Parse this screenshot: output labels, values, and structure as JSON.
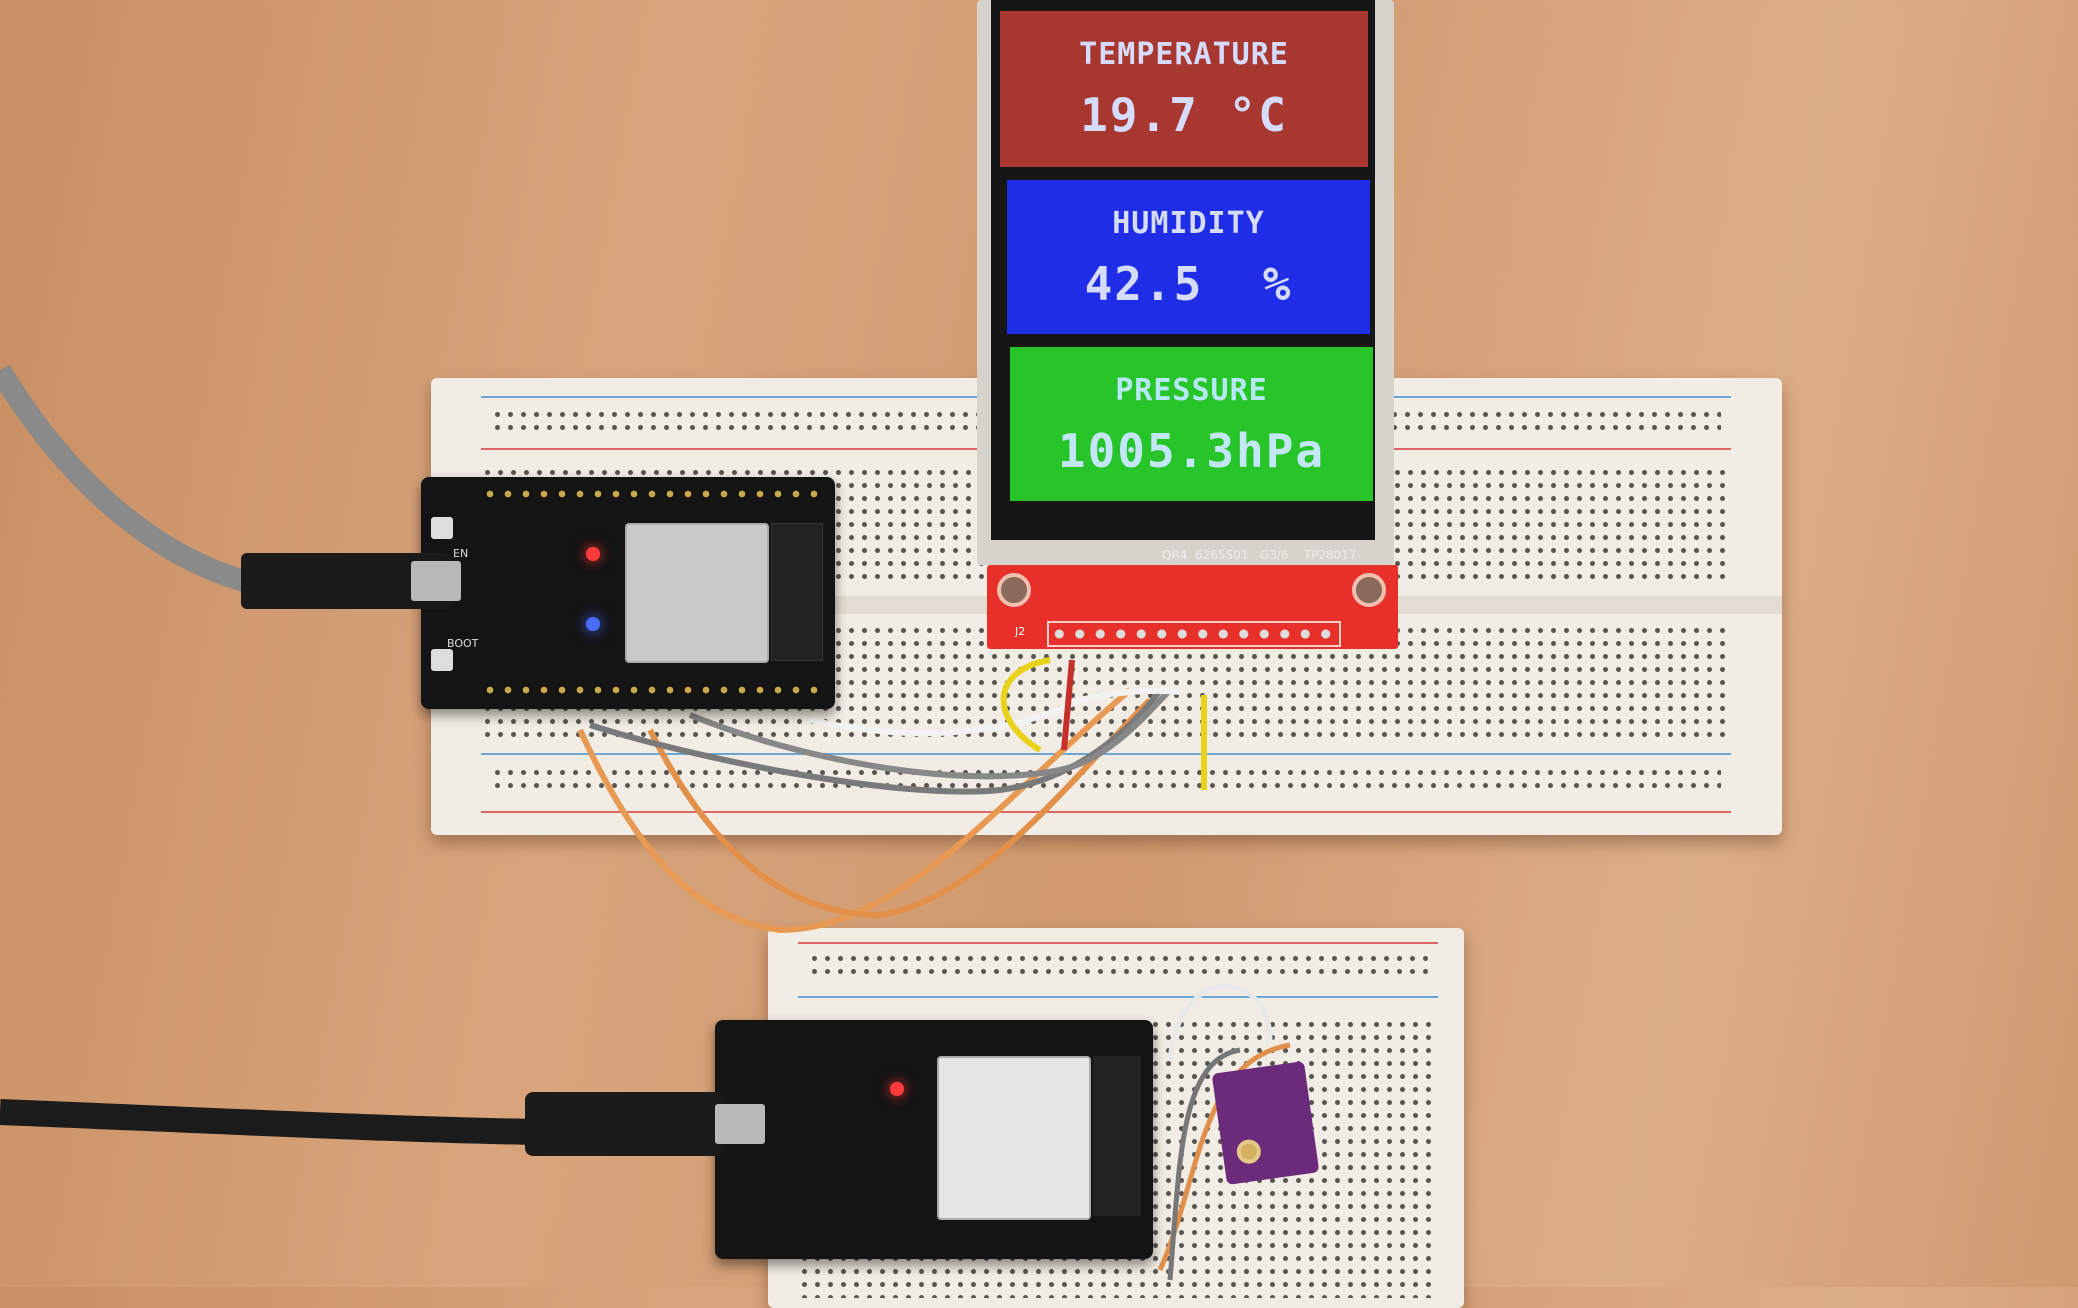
{
  "display": {
    "temperature": {
      "label": "TEMPERATURE",
      "value": "19.7 °C",
      "color": "#a8382f"
    },
    "humidity": {
      "label": "HUMIDITY",
      "value": "42.5  %",
      "color": "#1f2ee6"
    },
    "pressure": {
      "label": "PRESSURE",
      "value": "1005.3hPa",
      "color": "#27c42a"
    },
    "pcb_silkscreen": "QR4  6265S01   G3/6    TP28017",
    "connector_label": "J2"
  },
  "esp32_top": {
    "button_en": "EN",
    "button_boot": "BOOT"
  },
  "colors": {
    "wood": "#d4a074",
    "breadboard": "#f1ece4",
    "pcb_red": "#e8302a",
    "sensor_purple": "#6b2a7a"
  }
}
